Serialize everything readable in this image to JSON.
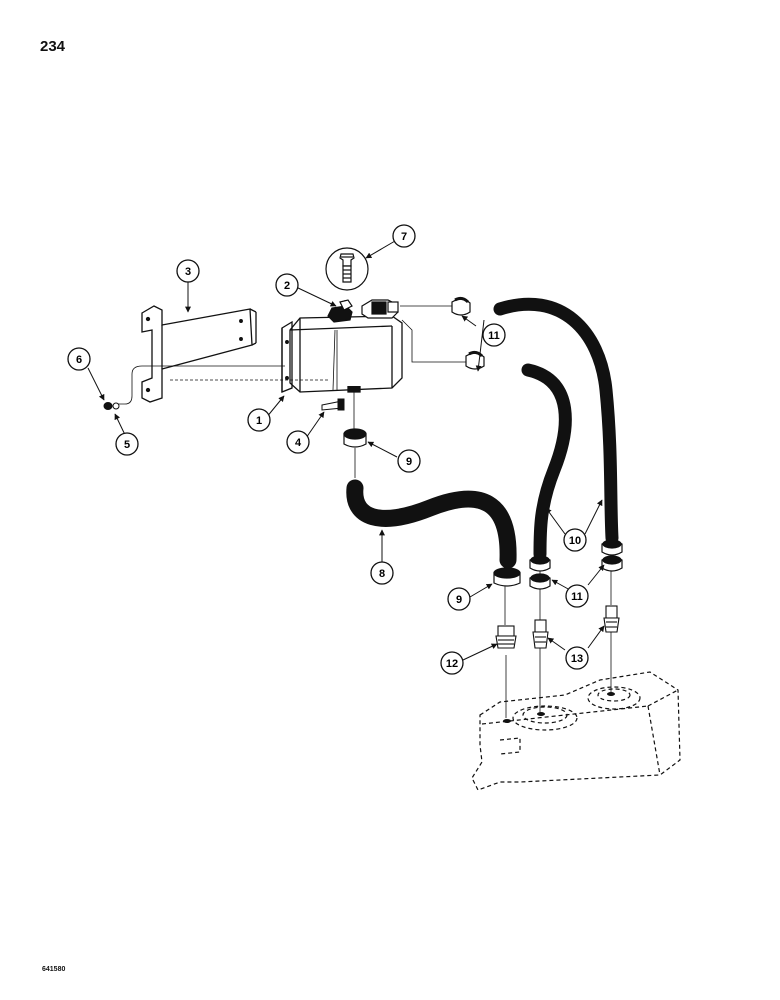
{
  "page_number": "234",
  "drawing_code": "641580",
  "callouts": [
    {
      "id": "1",
      "label": "1"
    },
    {
      "id": "2",
      "label": "2"
    },
    {
      "id": "3",
      "label": "3"
    },
    {
      "id": "4",
      "label": "4"
    },
    {
      "id": "5",
      "label": "5"
    },
    {
      "id": "6",
      "label": "6"
    },
    {
      "id": "7",
      "label": "7"
    },
    {
      "id": "8",
      "label": "8"
    },
    {
      "id": "9a",
      "label": "9"
    },
    {
      "id": "9b",
      "label": "9"
    },
    {
      "id": "10",
      "label": "10"
    },
    {
      "id": "11a",
      "label": "11"
    },
    {
      "id": "11b",
      "label": "11"
    },
    {
      "id": "12",
      "label": "12"
    },
    {
      "id": "13",
      "label": "13"
    }
  ]
}
